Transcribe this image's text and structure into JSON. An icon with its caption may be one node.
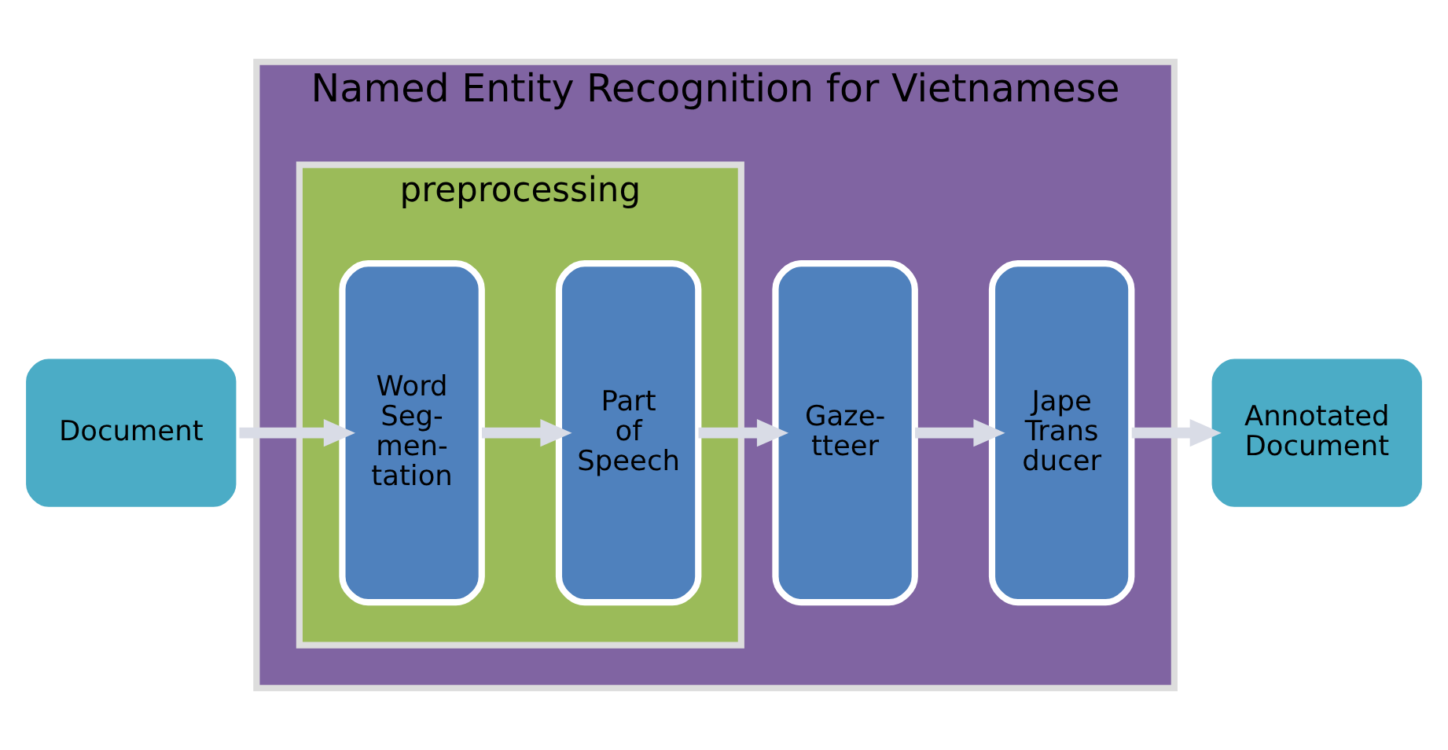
{
  "diagram": {
    "nodes": [
      {
        "text": [
          "Document"
        ]
      },
      {
        "text": [
          "Named Entity Recognition for Vietnamese"
        ]
      },
      {
        "text": [
          "preprocessing"
        ],
        "in": 1
      },
      {
        "text": [
          "Word Seg- men- tation"
        ],
        "in": 2
      },
      {
        "text": [
          "Part of Speech"
        ],
        "in": 2
      },
      {
        "text": [
          "Gaze- tteer"
        ],
        "in": 1
      },
      {
        "text": [
          "Jape Trans ducer"
        ],
        "in": 1
      },
      {
        "text": [
          "Annotated Document"
        ]
      }
    ],
    "edges": [
      {
        "from": 0,
        "to": 3,
        "arrow": "to"
      },
      {
        "from": 3,
        "to": 4,
        "arrow": "to"
      },
      {
        "from": 4,
        "to": 5,
        "arrow": "to"
      },
      {
        "from": 5,
        "to": 6,
        "arrow": "to"
      },
      {
        "from": 6,
        "to": 7,
        "arrow": "to"
      }
    ]
  }
}
